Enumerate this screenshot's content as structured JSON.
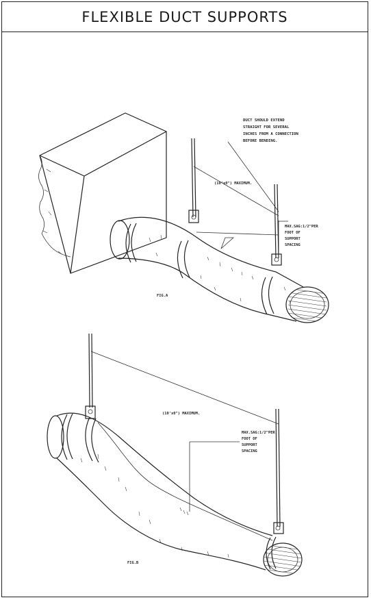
{
  "title": "FLEXIBLE DUCT SUPPORTS",
  "fig_a": {
    "note_lines": [
      "DUCT SHOULD EXTEND",
      "STRAIGHT FOR SEVERAL",
      "INCHES FROM A CONNECTION",
      "BEFORE BENDING."
    ],
    "spacing_label": "(10'x0\") MAXIMUM.",
    "sag_lines": [
      "MAX.SAG:1/2\"PER",
      "FOOT OF",
      "SUPPORT",
      "SPACING"
    ],
    "caption": "FIG.A"
  },
  "fig_b": {
    "spacing_label": "(10'x0\") MAXIMUM.",
    "sag_lines": [
      "MAX.SAG:1/2\"PER",
      "FOOT OF",
      "SUPPORT",
      "SPACING"
    ],
    "caption": "FIG.B"
  }
}
